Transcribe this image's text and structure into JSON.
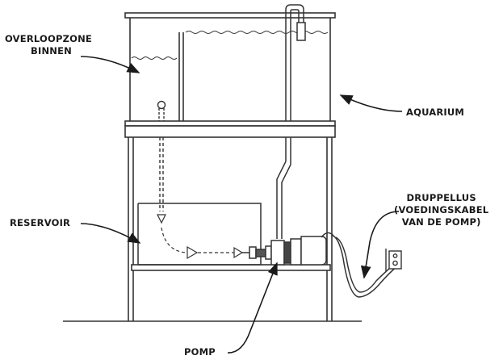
{
  "labels": {
    "overflow_line1": "OVERLOOPZONE",
    "overflow_line2": "BINNEN",
    "aquarium": "AQUARIUM",
    "reservoir": "RESERVOIR",
    "drip_line1": "DRUPPELLUS",
    "drip_line2": "(VOEDINGSKABEL",
    "drip_line3": "VAN DE POMP)",
    "pump": "POMP"
  },
  "colors": {
    "stroke": "#333333",
    "text": "#1a1a1a",
    "background": "#ffffff"
  }
}
